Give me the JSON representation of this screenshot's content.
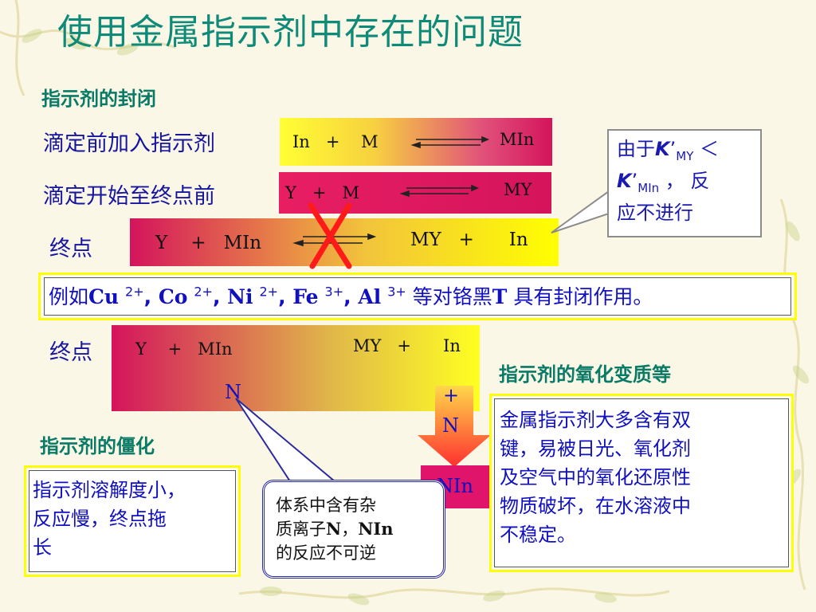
{
  "title": "使用金属指示剂中存在的问题",
  "sections": {
    "blocking_heading": "指示剂的封闭",
    "oxidation_heading": "指示剂的氧化变质等",
    "stiffening_heading": "指示剂的僵化"
  },
  "rows": [
    {
      "label": "滴定前加入指示剂",
      "left": "In   +    M",
      "right": "MIn"
    },
    {
      "label": "滴定开始至终点前",
      "left": "Y   +   M",
      "right": "MY"
    },
    {
      "label": "终点",
      "left": "Y    +   MIn",
      "right": "MY   +      In"
    }
  ],
  "note": {
    "line1": "由于",
    "k": "K",
    "prime": "’",
    "sub_my": "MY",
    "lt": "＜",
    "sub_min": "MIn",
    "comma": " ，  反",
    "line3": "应不进行"
  },
  "example": {
    "prefix": "例如",
    "ions": [
      {
        "el": "Cu",
        "charge": "2+"
      },
      {
        "el": "Co",
        "charge": "2+"
      },
      {
        "el": "Ni",
        "charge": "2+"
      },
      {
        "el": "Fe",
        "charge": "3+"
      },
      {
        "el": "Al",
        "charge": "3+"
      }
    ],
    "suffix_cn": "等对铬黑",
    "t": "T",
    "tail": "具有封闭作用。"
  },
  "endpoint2": {
    "label": "终点",
    "left": "Y    +   MIn",
    "right": "MY   +      In",
    "n_label": "N",
    "plus": "+",
    "n2": "N",
    "nin": "NIn"
  },
  "impurity_box": {
    "line1": "体系中含有杂",
    "line2_a": "质离子",
    "line2_b": "N",
    "line2_c": "，",
    "line2_d": "NIn",
    "line3": "的反应不可逆"
  },
  "stiffening_text": [
    "指示剂溶解度小，",
    "反应慢，终点拖",
    "长"
  ],
  "oxidation_text": [
    "金属指示剂大多含有双",
    "键，易被日光、氧化剂",
    "及空气中的氧化还原性",
    "物质破坏，在水溶液中",
    "不稳定。"
  ],
  "colors": {
    "title": "#0e8a78",
    "heading": "#087a66",
    "body_text": "#1010c0",
    "cross": "#ff1a1a",
    "box_border": "#ffff00",
    "arrow": "#ff4040"
  },
  "icons": {
    "cross": "red-x-mark",
    "equilibrium": "double-arrow"
  }
}
